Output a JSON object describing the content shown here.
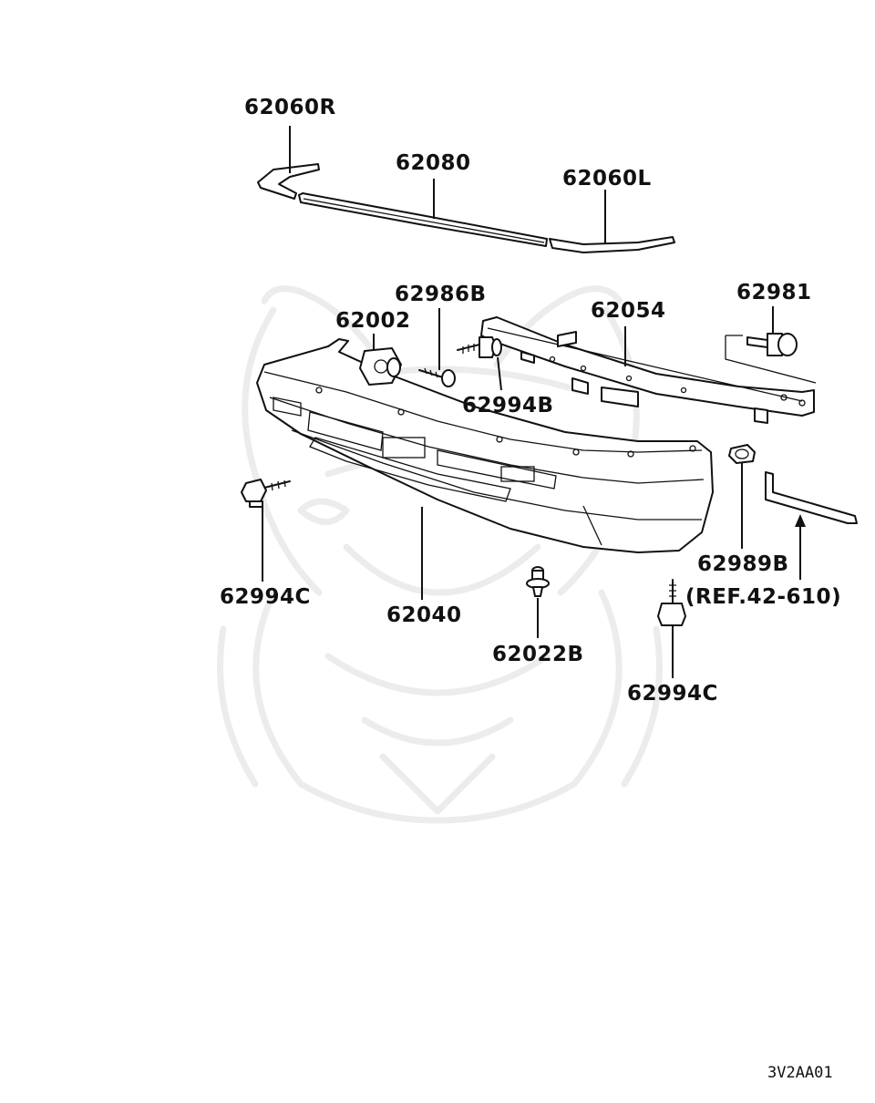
{
  "labels": {
    "p62060R": "62060R",
    "p62080": "62080",
    "p62060L": "62060L",
    "p62986B": "62986B",
    "p62002": "62002",
    "p62054": "62054",
    "p62981": "62981",
    "p62994B": "62994B",
    "p62994C_left": "62994C",
    "p62040": "62040",
    "p62022B": "62022B",
    "p62989B": "62989B",
    "ref": "(REF.42-610)",
    "p62994C_bottom": "62994C"
  },
  "diagram_code": "3V2AA01"
}
